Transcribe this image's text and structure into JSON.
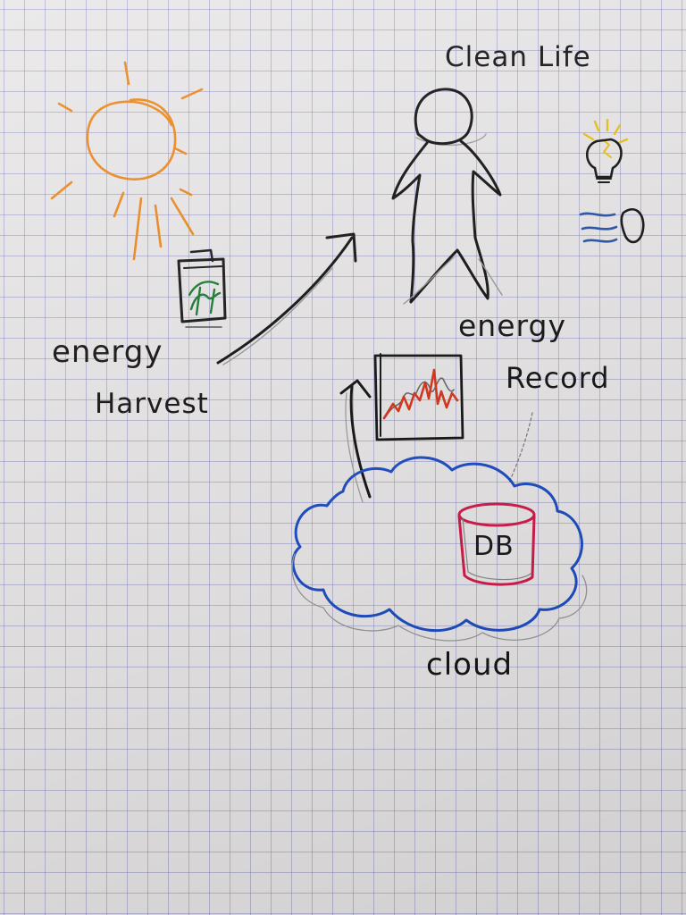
{
  "labels": {
    "clean_life": "Clean Life",
    "energy_harvest_line1": "energy",
    "energy_harvest_line2": "Harvest",
    "energy_record_line1": "energy",
    "energy_record_line2": "Record",
    "cloud": "cloud",
    "database": "DB"
  },
  "colors": {
    "paper": "#e9e7e8",
    "grid": "#7878b9",
    "sun": "#ec8a22",
    "ink": "#161616",
    "battery_leaf": "#1f7a32",
    "bulb_rays": "#e8c21a",
    "wind_lines": "#2a55a8",
    "chart_line": "#d6361c",
    "cloud": "#1f4fc4",
    "database": "#d21d4c"
  },
  "icons": [
    "sun-icon",
    "battery-icon",
    "person-icon",
    "light-bulb-icon",
    "wind-icon",
    "chart-icon",
    "cloud-icon",
    "database-icon"
  ]
}
